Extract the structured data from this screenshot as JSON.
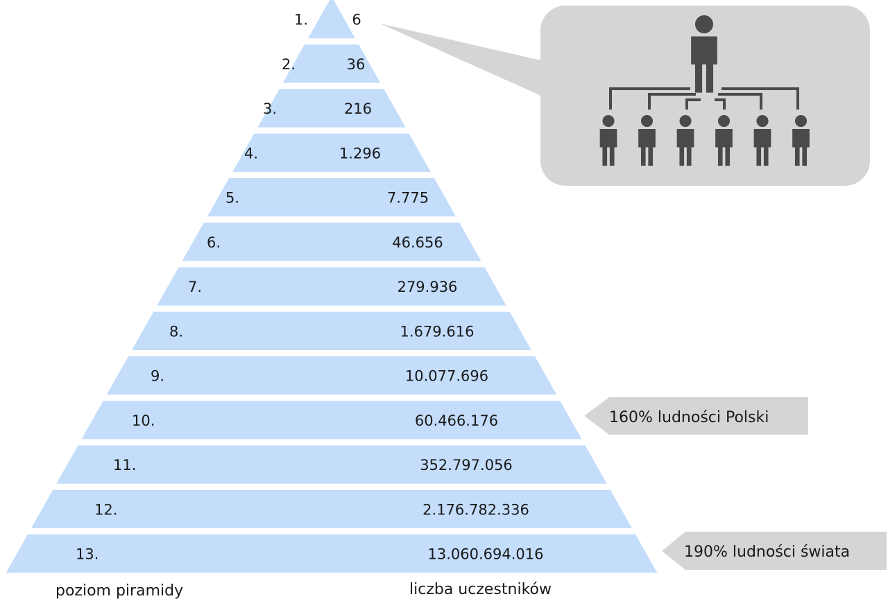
{
  "pyramid": {
    "levels": [
      {
        "level": "1.",
        "participants": "6"
      },
      {
        "level": "2.",
        "participants": "36"
      },
      {
        "level": "3.",
        "participants": "216"
      },
      {
        "level": "4.",
        "participants": "1.296"
      },
      {
        "level": "5.",
        "participants": "7.775"
      },
      {
        "level": "6.",
        "participants": "46.656"
      },
      {
        "level": "7.",
        "participants": "279.936"
      },
      {
        "level": "8.",
        "participants": "1.679.616"
      },
      {
        "level": "9.",
        "participants": "10.077.696"
      },
      {
        "level": "10.",
        "participants": "60.466.176"
      },
      {
        "level": "11.",
        "participants": "352.797.056"
      },
      {
        "level": "12.",
        "participants": "2.176.782.336"
      },
      {
        "level": "13.",
        "participants": "13.060.694.016"
      }
    ],
    "tier_color": "#c3ddfb"
  },
  "annotations": {
    "poland": "160% ludności Polski",
    "world": "190% ludności świata"
  },
  "axis_labels": {
    "level": "poziom piramidy",
    "participants": "liczba uczestników"
  },
  "recruit_diagram": {
    "recruiter_count": 1,
    "recruit_count": 6,
    "figure_color": "#4a4a4a",
    "callout_color": "#d5d5d5"
  }
}
